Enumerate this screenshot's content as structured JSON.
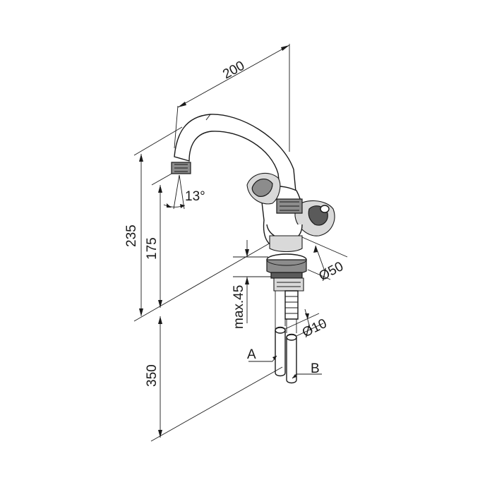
{
  "dimensions": {
    "spout_reach": "200",
    "total_height": "235",
    "outlet_height": "175",
    "spout_angle": "13°",
    "base_diameter": "Ø50",
    "max_deck_thickness": "max.45",
    "pipe_diameter": "Ø10",
    "pipe_length": "350"
  },
  "connections": {
    "a": "A",
    "b": "B"
  }
}
